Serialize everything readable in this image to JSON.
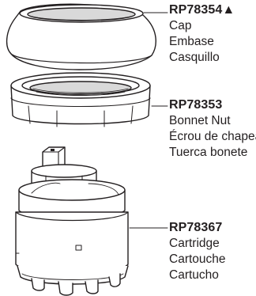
{
  "parts": [
    {
      "part_number": "RP78354▲",
      "names": [
        "Cap",
        "Embase",
        "Casquillo"
      ]
    },
    {
      "part_number": "RP78353",
      "names": [
        "Bonnet Nut",
        "Écrou de chapeau",
        "Tuerca bonete"
      ]
    },
    {
      "part_number": "RP78367",
      "names": [
        "Cartridge",
        "Cartouche",
        "Cartucho"
      ]
    }
  ],
  "colors": {
    "line": "#231f20",
    "fill": "#ffffff",
    "shade": "#d9d9d9"
  }
}
